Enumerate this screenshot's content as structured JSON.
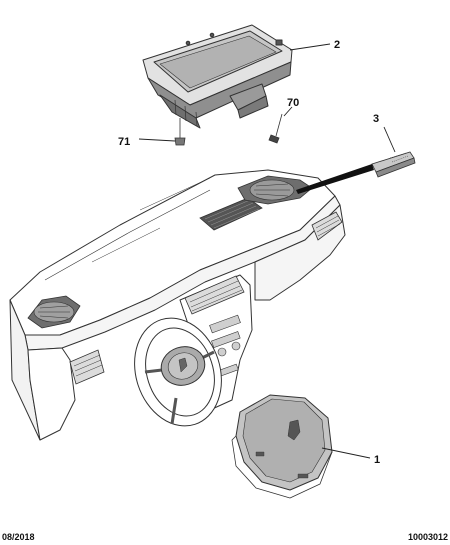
{
  "callouts": [
    {
      "id": "1",
      "label": "1"
    },
    {
      "id": "2",
      "label": "2"
    },
    {
      "id": "3",
      "label": "3"
    },
    {
      "id": "70",
      "label": "70"
    },
    {
      "id": "71",
      "label": "71"
    }
  ],
  "footer": {
    "date": "08/2018",
    "reference": "10003012"
  },
  "colors": {
    "line": "#333333",
    "part_fill": "#bdbdbd",
    "part_dark": "#7d7d7d",
    "dash_fill": "#ffffff"
  }
}
